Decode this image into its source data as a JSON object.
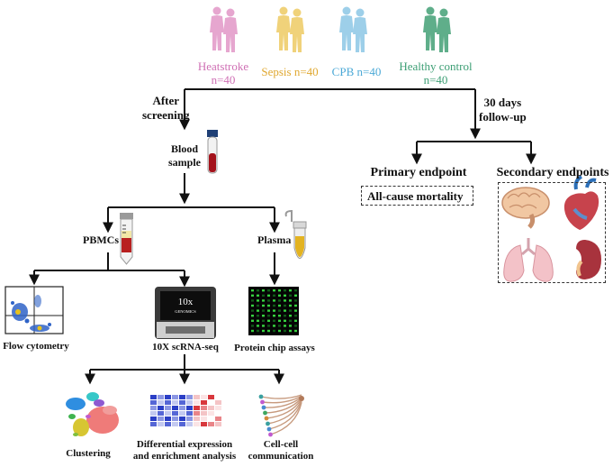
{
  "groups": [
    {
      "name": "Heatstroke",
      "n": "n=40",
      "color": "#cf6fb4"
    },
    {
      "name": "Sepsis n=40",
      "color": "#e0a830"
    },
    {
      "name": "CPB n=40",
      "color": "#4aa8d6"
    },
    {
      "name": "Healthy control",
      "n": "n=40",
      "color": "#3c9e74"
    }
  ],
  "labels": {
    "after_screening_1": "After",
    "after_screening_2": "screening",
    "followup_1": "30 days",
    "followup_2": "follow-up",
    "blood_1": "Blood",
    "blood_2": "sample",
    "pbmcs": "PBMCs",
    "plasma": "Plasma",
    "flow": "Flow cytometry",
    "scrnaseq": "10X scRNA-seq",
    "protein": "Protein chip assays",
    "clustering": "Clustering",
    "diffexp_1": "Differential expression",
    "diffexp_2": "and enrichment analysis",
    "cellcell_1": "Cell-cell",
    "cellcell_2": "communication",
    "primary": "Primary endpoint",
    "secondary": "Secondary endpoints",
    "mortality": "All-cause mortality",
    "device_logo": "10x",
    "device_text": "GENOMICS"
  },
  "icons": {
    "people": "people-silhouette-icon",
    "blood_tube": "blood-tube-icon",
    "pbmc_tube": "centrifuge-tube-icon",
    "plasma_tube": "eppendorf-tube-icon",
    "flow_plot": "flow-cytometry-plot-icon",
    "device": "chromium-controller-icon",
    "chip": "protein-chip-icon",
    "umap": "umap-clusters-icon",
    "heatmap": "heatmap-icon",
    "network": "cell-communication-icon",
    "brain": "brain-icon",
    "heart": "heart-icon",
    "lungs": "lungs-icon",
    "kidney": "kidney-icon"
  }
}
